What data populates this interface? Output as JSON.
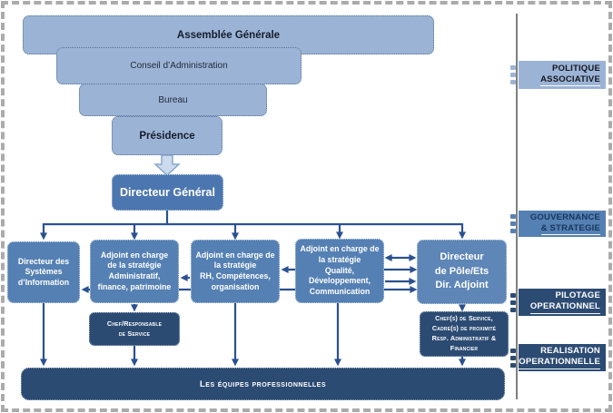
{
  "title": "Organigramme associatif",
  "colors": {
    "light_blue": "#9bb4d6",
    "mid_blue": "#5580b3",
    "dark_navy": "#2c4b73",
    "arrow_blue": "#2a5190",
    "rail_line_gray": "#7f7f7f",
    "frame_dash_gray": "#ababab",
    "big_arrow_fill": "#ccdaed"
  },
  "funnel": {
    "assemblee": "Assemblée Générale",
    "conseil": "Conseil d’Administration",
    "bureau": "Bureau",
    "presidence": "Présidence"
  },
  "dg": {
    "label": "Directeur Général"
  },
  "row": {
    "dsi": {
      "lines": [
        "Directeur des",
        "Systèmes",
        "d’Information"
      ]
    },
    "admin": {
      "lines": [
        "Adjoint en charge",
        "de la stratégie",
        "Administratif,",
        "finance, patrimoine"
      ]
    },
    "rh": {
      "lines": [
        "Adjoint en charge de",
        "la stratégie",
        "RH, Compétences,",
        "organisation"
      ]
    },
    "qualite": {
      "lines": [
        "Adjoint en charge de",
        "la stratégie",
        "Qualité,",
        "Développement,",
        "Communication"
      ]
    },
    "pole": {
      "lines": [
        "Directeur",
        "de Pôle/Ets",
        "Dir. Adjoint"
      ]
    }
  },
  "middle": {
    "chef_service": {
      "lines": [
        "Chef/Responsable",
        "de Service"
      ]
    },
    "chefs_cadres": {
      "lines": [
        "Chef(s) de Service,",
        "Cadre(s) de proximité",
        "Resp. Administratif &",
        "Financier"
      ]
    }
  },
  "bottom": {
    "teams": "Les équipes professionnelles"
  },
  "rail": {
    "politique": {
      "lines": [
        "POLITIQUE",
        "ASSOCIATIVE"
      ]
    },
    "gouvernance": {
      "lines": [
        "GOUVERNANCE",
        "& STRATEGIE"
      ]
    },
    "pilotage": {
      "lines": [
        "PILOTAGE",
        "OPERATIONNEL"
      ]
    },
    "realisation": {
      "lines": [
        "REALISATION",
        "OPERATIONNELLE"
      ]
    }
  }
}
